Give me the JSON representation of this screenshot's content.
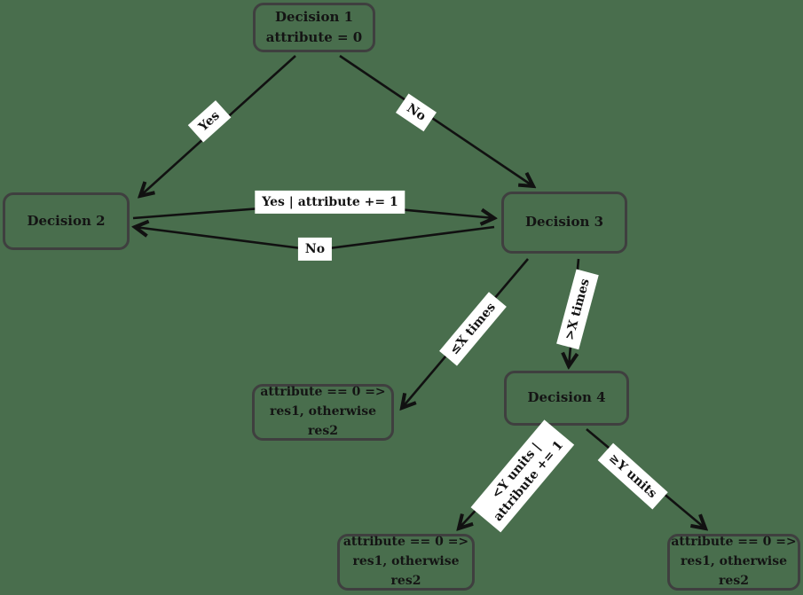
{
  "diagram": {
    "colors": {
      "background": "#496e4d",
      "node_border": "#3f3f3f",
      "edge": "#111111",
      "label_background": "#ffffff",
      "text": "#141414"
    },
    "nodes": {
      "decision1": {
        "title": "Decision 1",
        "subtitle": "attribute = 0"
      },
      "decision2": {
        "title": "Decision 2"
      },
      "decision3": {
        "title": "Decision 3"
      },
      "decision4": {
        "title": "Decision 4"
      },
      "result_left": {
        "line1": "attribute == 0 =>",
        "line2": "res1, otherwise res2"
      },
      "result_bottom_left": {
        "line1": "attribute == 0 =>",
        "line2": "res1, otherwise res2"
      },
      "result_bottom_right": {
        "line1": "attribute == 0 =>",
        "line2": "res1, otherwise res2"
      }
    },
    "edge_labels": {
      "d1_to_d2": "Yes",
      "d1_to_d3": "No",
      "d2_to_d3": "Yes | attribute += 1",
      "d3_to_d2": "No",
      "d3_to_result": "≤X times",
      "d3_to_d4": ">X times",
      "d4_to_left_line1": "<Y units |",
      "d4_to_left_line2": "attribute += 1",
      "d4_to_right": "≥Y units"
    }
  }
}
